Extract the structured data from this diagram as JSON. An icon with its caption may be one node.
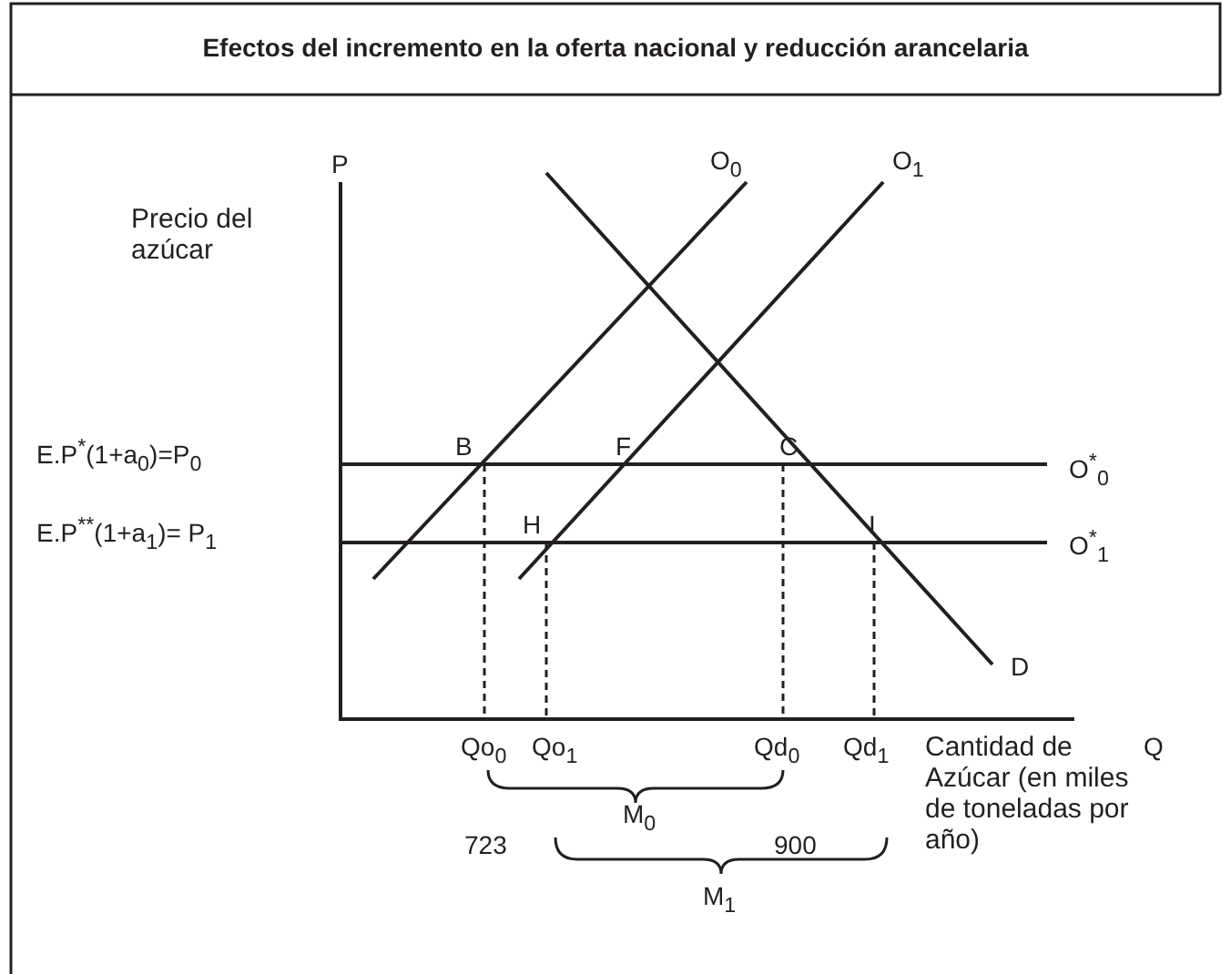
{
  "diagram": {
    "title": "Efectos del incremento en la oferta nacional y reducción arancelaria",
    "labels": [
      "P",
      "O$_{0}$",
      "O$_{1}$",
      "Precio del azúcar",
      "E.P$^{*}$(1+a$_{0}$)=P$_{0}$",
      "B",
      "F",
      "C",
      "O$^{*}$$_{0}$",
      "E.P$^{**}$(1+a$_{1}$)= P$_{1}$",
      "H",
      "I",
      "O$^{*}$$_{1}$",
      "D",
      "Qo$_{0}$",
      "Qo$_{1}$",
      "Qd$_{0}$",
      "Qd$_{1}$",
      "Cantidad de Azúcar (en miles de toneladas por año)",
      "Q",
      "M$_{0}$",
      "723",
      "900",
      "M$_{1}$"
    ]
  }
}
